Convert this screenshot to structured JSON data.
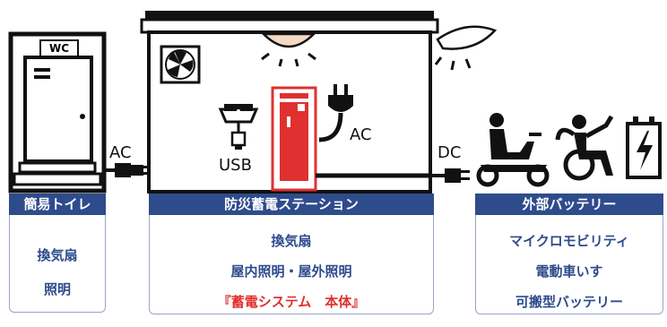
{
  "toilet": {
    "sign": "WC",
    "caption": "簡易トイレ",
    "items": [
      "換気扇",
      "照明"
    ]
  },
  "station": {
    "caption": "防災蓄電ステーション",
    "items": [
      "換気扇",
      "屋内照明・屋外照明",
      "『蓄電システム　本体』"
    ]
  },
  "external": {
    "caption": "外部バッテリー",
    "items": [
      "マイクロモビリティ",
      "電動車いす",
      "可搬型バッテリー"
    ]
  },
  "labels": {
    "ac_left": "AC",
    "ac_right": "AC",
    "usb": "USB",
    "dc": "DC"
  },
  "colors": {
    "navy": "#2e4b8c",
    "red": "#e03030",
    "black": "#111111"
  }
}
